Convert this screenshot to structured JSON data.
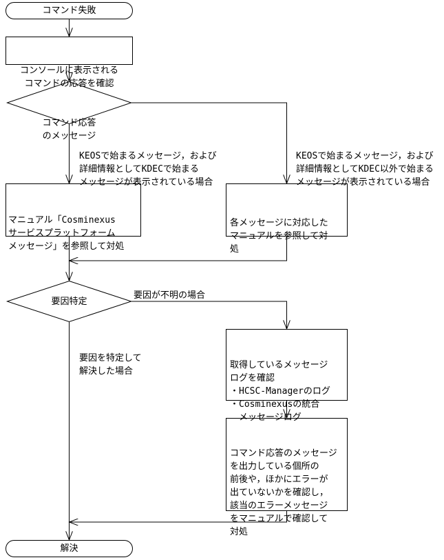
{
  "start": "コマンド失敗",
  "check_console": [
    "コンソールに表示される",
    "コマンドの応答を確認"
  ],
  "decision_message": [
    "コマンド応答",
    "のメッセージ"
  ],
  "branch_kdec": [
    "KEOSで始まるメッセージ，および",
    "詳細情報としてKDECで始まる",
    "メッセージが表示されている場合"
  ],
  "branch_other": [
    "KEOSで始まるメッセージ，および",
    "詳細情報としてKDEC以外で始まる",
    "メッセージが表示されている場合"
  ],
  "box_manual": [
    "マニュアル「Cosminexus",
    "サービスプラットフォーム",
    "メッセージ」を参照して対処"
  ],
  "box_each_manual": [
    "各メッセージに対応した",
    "マニュアルを参照して対",
    "処"
  ],
  "decision_cause": "要因特定",
  "branch_unknown": "要因が不明の場合",
  "branch_resolved": [
    "要因を特定して",
    "解決した場合"
  ],
  "box_logs": [
    "取得しているメッセージ",
    "ログを確認",
    "・HCSC-Managerのログ",
    "・Cosminexusの統合",
    "　メッセージログ"
  ],
  "box_error": [
    "コマンド応答のメッセージ",
    "を出力している個所の",
    "前後や，ほかにエラーが",
    "出ていないかを確認し，",
    "該当のエラーメッセージ",
    "をマニュアルで確認して",
    "対処"
  ],
  "end": "解決"
}
